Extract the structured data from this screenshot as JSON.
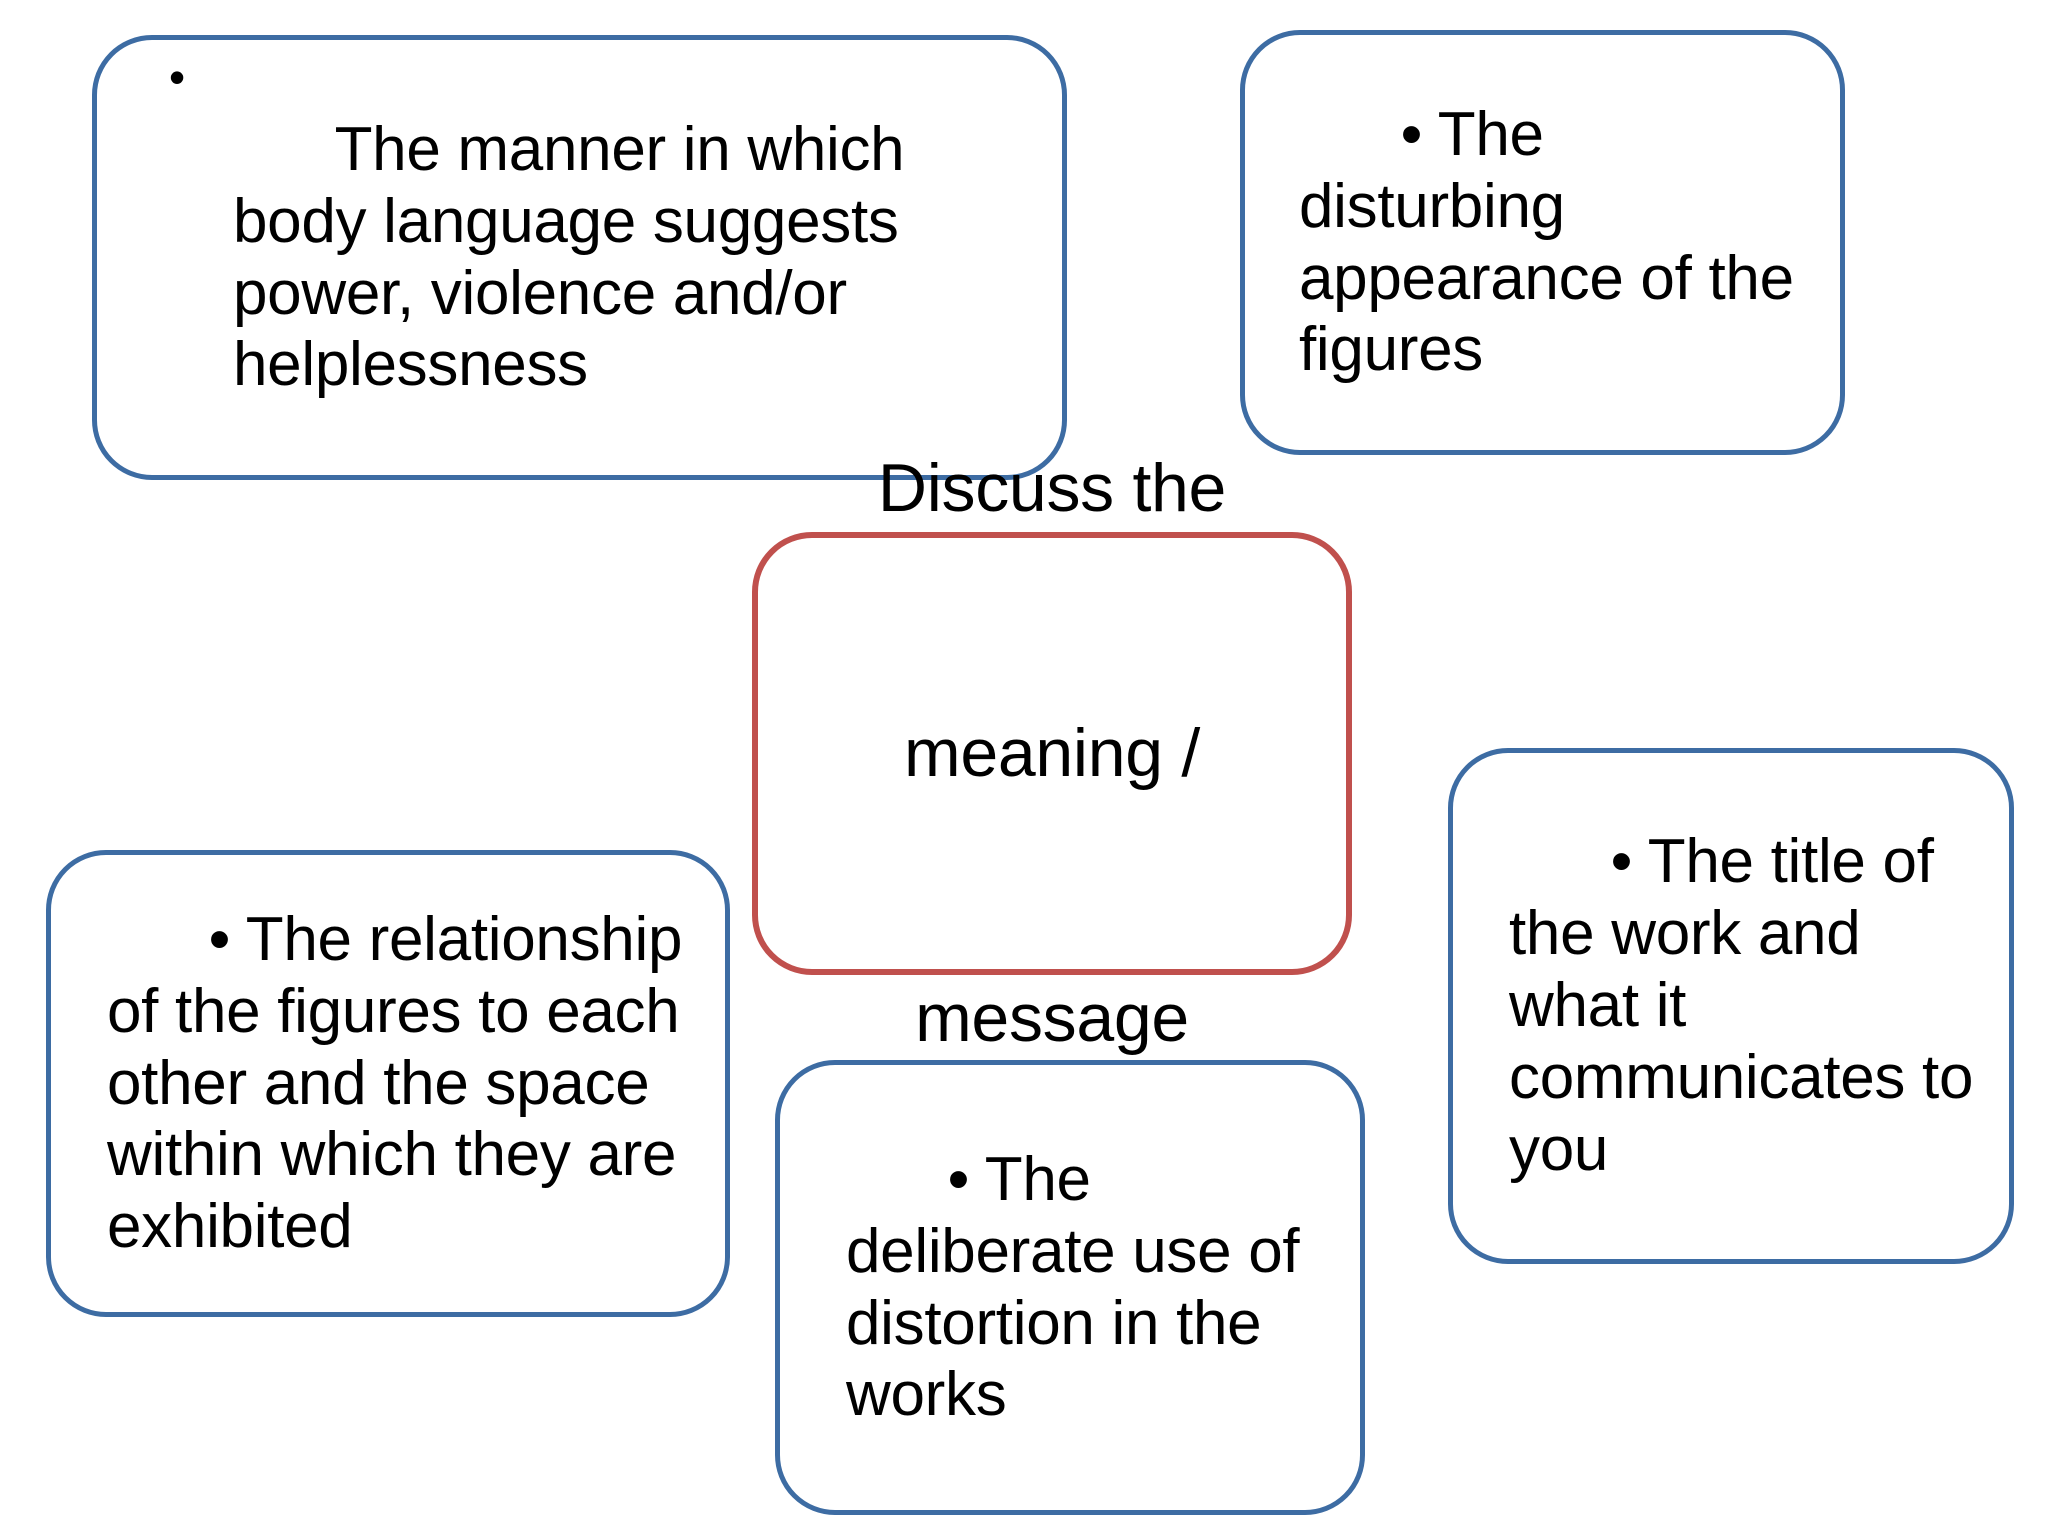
{
  "slide": {
    "kind": "concept-map",
    "background_color": "#ffffff",
    "accent_blue": "#3d6ca3",
    "accent_red": "#c0504d",
    "text_color": "#000000",
    "bullet_glyph": "•"
  },
  "center_node": {
    "name": "discuss-the-meaning-message",
    "border_color": "#c0504d",
    "line1": "Discuss the",
    "line2": "meaning /",
    "line3": "message",
    "text": "Discuss the meaning / message"
  },
  "nodes": [
    {
      "name": "body-language",
      "position": "top-left",
      "border_color": "#3d6ca3",
      "bullet": "•",
      "text": "The manner in which body language suggests power, violence and/or helplessness"
    },
    {
      "name": "disturbing-appearance",
      "position": "top-right",
      "border_color": "#3d6ca3",
      "bullet": "•",
      "text": " The disturbing appearance of the figures"
    },
    {
      "name": "relationship-of-figures",
      "position": "bottom-left",
      "border_color": "#3d6ca3",
      "bullet": "•",
      "text": " The relationship of the figures to each other and the space within which they are exhibited"
    },
    {
      "name": "deliberate-distortion",
      "position": "bottom-center",
      "border_color": "#3d6ca3",
      "bullet": "•",
      "text": " The deliberate use of distortion in the works"
    },
    {
      "name": "title-of-the-work",
      "position": "right",
      "border_color": "#3d6ca3",
      "bullet": "•",
      "text": " The title of the work and what it communicates to you"
    }
  ]
}
